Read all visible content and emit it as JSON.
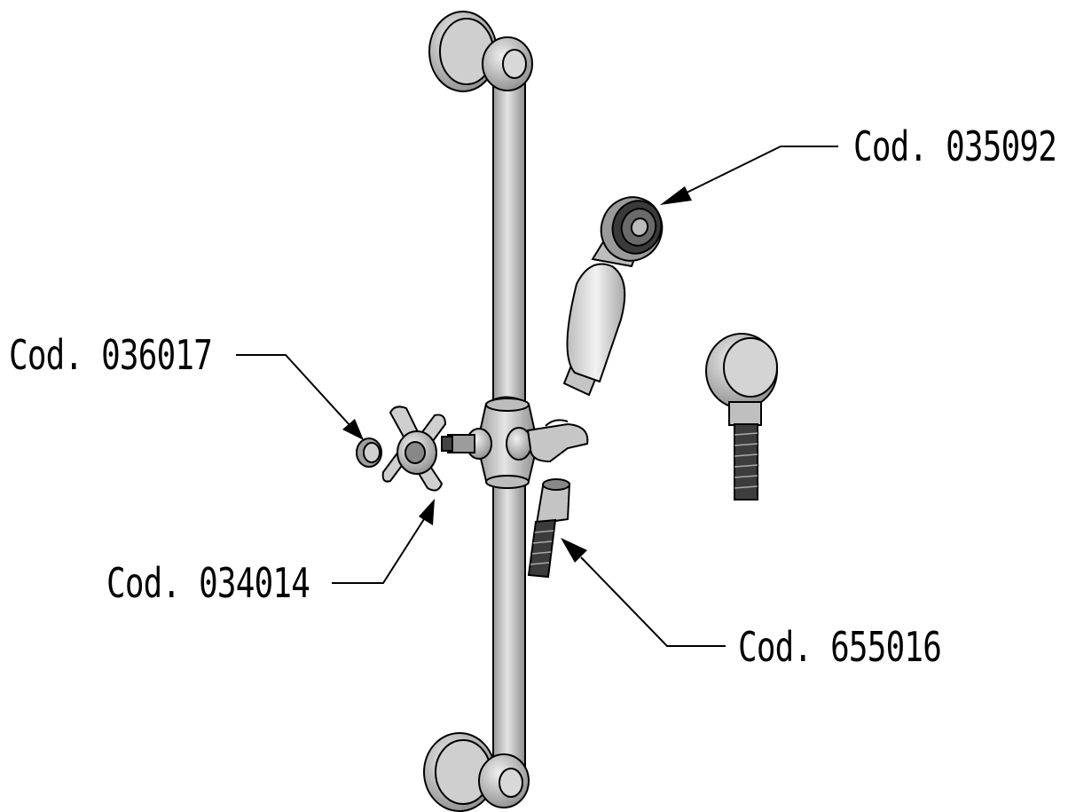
{
  "diagram": {
    "parts": [
      {
        "id": "shower-head",
        "code": "Cod. 035092"
      },
      {
        "id": "cap",
        "code": "Cod. 036017"
      },
      {
        "id": "cross-handle",
        "code": "Cod. 034014"
      },
      {
        "id": "hose-connector",
        "code": "Cod. 655016"
      }
    ],
    "colors": {
      "metal": "#c9c9c9",
      "metal_dark": "#8a8a8a",
      "outline": "#000000",
      "ceramic": "#e6e6e6"
    }
  }
}
